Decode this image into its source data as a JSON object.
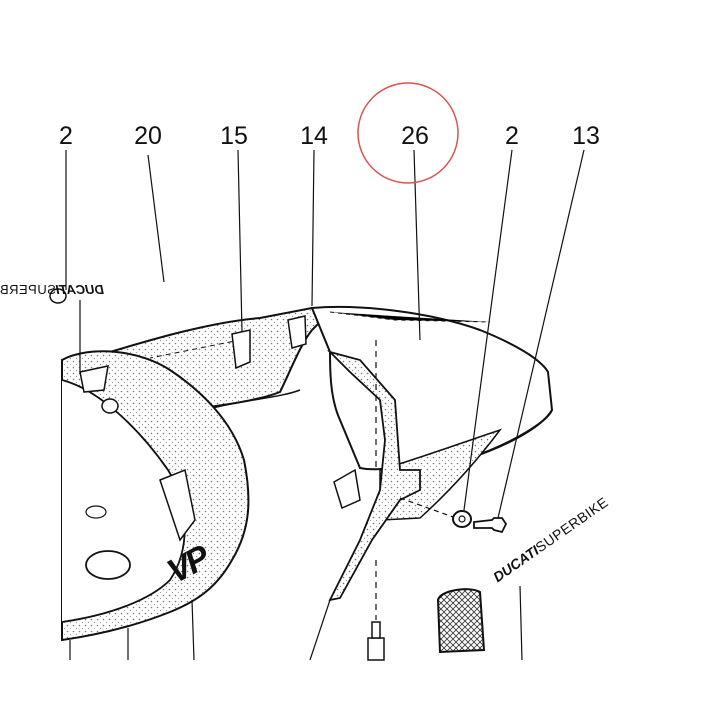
{
  "callouts": [
    {
      "id": "c1",
      "label": "2"
    },
    {
      "id": "c2",
      "label": "20"
    },
    {
      "id": "c3",
      "label": "15"
    },
    {
      "id": "c4",
      "label": "14"
    },
    {
      "id": "c5",
      "label": "26"
    },
    {
      "id": "c6",
      "label": "2"
    },
    {
      "id": "c7",
      "label": "13"
    }
  ],
  "decals": {
    "left_brand": "DUCATI",
    "left_model": "SUPERBIKE",
    "right_brand": "DUCATI",
    "right_model": "SUPERBIKE",
    "seat_logo": "VP"
  },
  "highlight": {
    "label": "26",
    "color": "#d9534f"
  }
}
